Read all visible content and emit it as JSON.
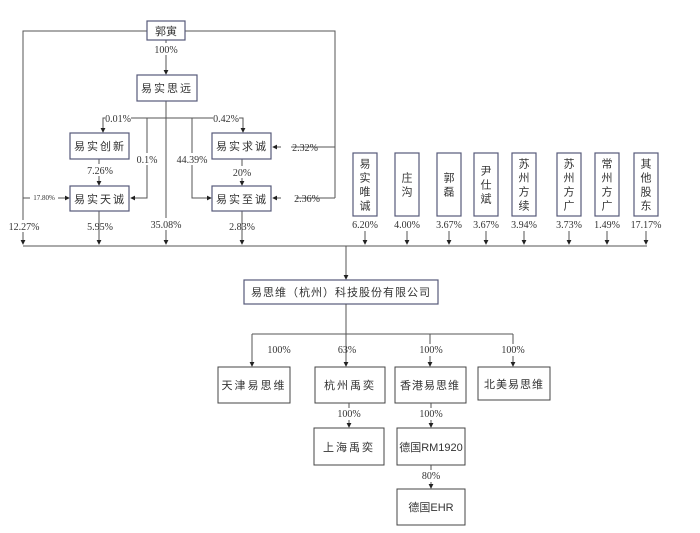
{
  "title": "易思维（杭州）科技股份有限公司 股权结构图",
  "nodes": {
    "guoyin": "郭寅",
    "yishi_siyuan": "易实思远",
    "yishi_chuangxin": "易实创新",
    "yishi_qiucheng": "易实求诚",
    "yishi_tiancheng": "易实天诚",
    "yishi_zhicheng": "易实至诚",
    "company": "易思维（杭州）科技股份有限公司",
    "tianjin": "天津易思维",
    "hangzhou_yuyi": "杭州禹奕",
    "hongkong": "香港易思维",
    "northamerica": "北美易思维",
    "shanghai_yuyi": "上海禹奕",
    "germany_rm1920": "德国RM1920",
    "germany_ehr": "德国EHR"
  },
  "shareholders_vertical": [
    {
      "name": "易实唯诚",
      "pct": "6.20%"
    },
    {
      "name": "庄沟",
      "pct": "4.00%"
    },
    {
      "name": "郭磊",
      "pct": "3.67%"
    },
    {
      "name": "尹仕斌",
      "pct": "3.67%"
    },
    {
      "name": "苏州方续",
      "pct": "3.94%"
    },
    {
      "name": "苏州方广",
      "pct": "3.73%"
    },
    {
      "name": "常州方广",
      "pct": "1.49%"
    },
    {
      "name": "其他股东",
      "pct": "17.17%"
    }
  ],
  "edges": {
    "guoyin_to_siyuan": "100%",
    "siyuan_to_chuangxin": "0.01%",
    "siyuan_to_qiucheng": "0.42%",
    "siyuan_to_tiancheng": "0.1%",
    "siyuan_to_zhicheng": "44.39%",
    "chuangxin_to_tiancheng": "7.26%",
    "qiucheng_to_zhicheng": "20%",
    "guoyin_to_tiancheng": "17.80%",
    "guoyin_to_qiucheng": "2.32%",
    "guoyin_to_zhicheng": "2.36%",
    "guoyin_to_company": "12.27%",
    "tiancheng_to_company": "5.95%",
    "siyuan_to_company": "35.08%",
    "zhicheng_to_company": "2.83%",
    "company_to_tianjin": "100%",
    "company_to_hangzhou_yuyi": "63%",
    "company_to_hongkong": "100%",
    "company_to_northamerica": "100%",
    "hangzhou_yuyi_to_shanghai_yuyi": "100%",
    "hongkong_to_rm1920": "100%",
    "rm1920_to_ehr": "80%"
  }
}
